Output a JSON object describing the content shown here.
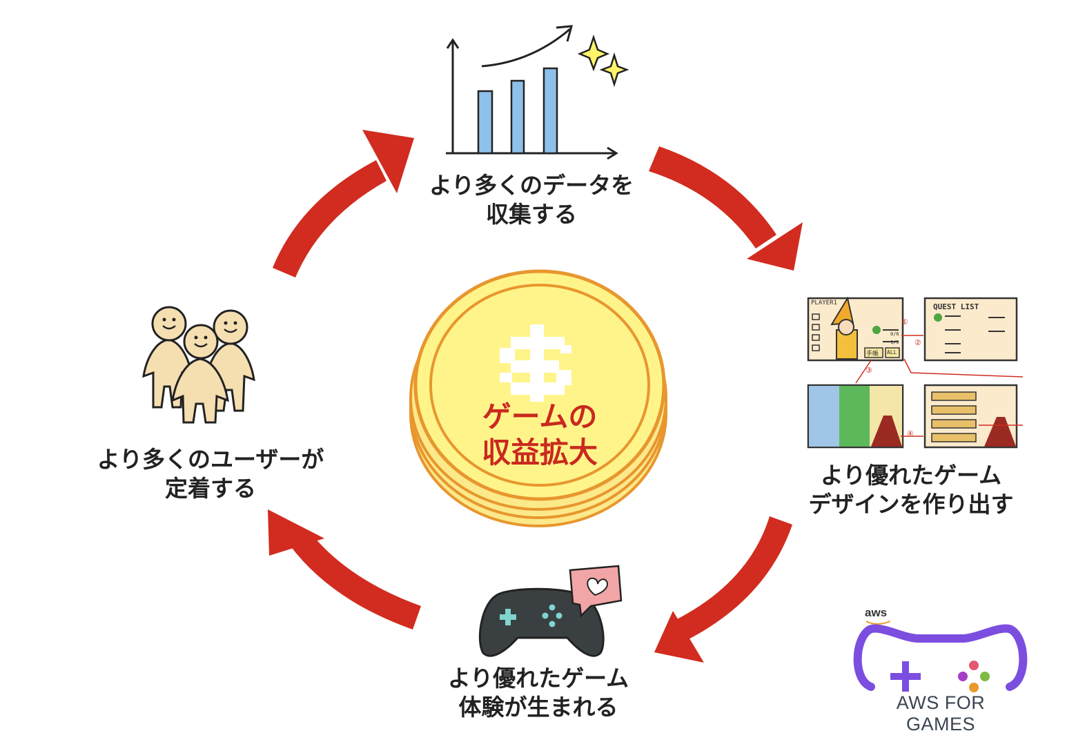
{
  "center": {
    "line1": "ゲームの",
    "line2": "収益拡大",
    "symbol": "$"
  },
  "steps": [
    {
      "line1": "より多くのデータを",
      "line2": "収集する"
    },
    {
      "line1": "より優れたゲーム",
      "line2": "デザインを作り出す"
    },
    {
      "line1": "より優れたゲーム",
      "line2": "体験が生まれる"
    },
    {
      "line1": "より多くのユーザーが",
      "line2": "定着する"
    }
  ],
  "mockups": {
    "player_label": "PLAYER1",
    "quest_label": "QUEST LIST",
    "button_notebook": "手帳",
    "button_all": "ALL",
    "counter_a": "0/6",
    "counter_b": "1/5",
    "step_marks": [
      "①",
      "②",
      "③",
      "④"
    ]
  },
  "logo": {
    "small": "aws",
    "text": "AWS FOR GAMES"
  },
  "colors": {
    "arrow": "#d12c1f",
    "coin": "#fff48a",
    "coin_rim": "#e8962e",
    "bar": "#8ec1ea",
    "figure": "#f5deb0",
    "controller": "#3a3f41",
    "logo_purple": "#7b4ee0"
  }
}
